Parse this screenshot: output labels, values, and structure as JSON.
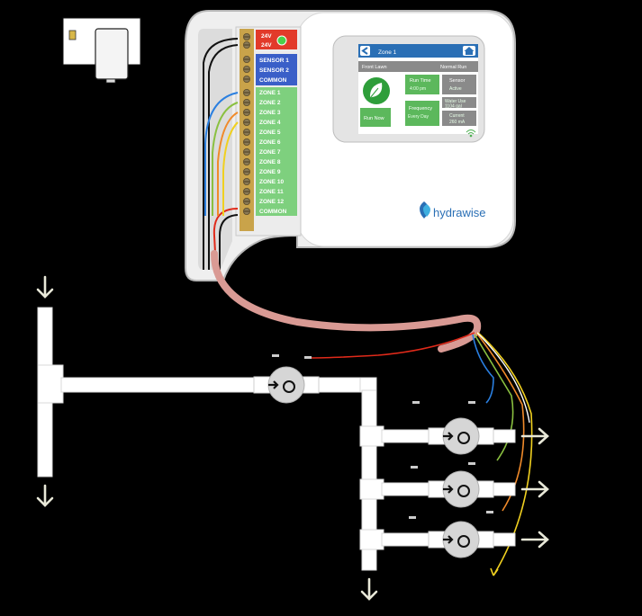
{
  "terminal_block": {
    "power_labels": [
      "24V",
      "24V"
    ],
    "sensor_labels": [
      "SENSOR 1",
      "SENSOR 2",
      "COMMON"
    ],
    "zone_labels": [
      "ZONE 1",
      "ZONE 2",
      "ZONE 3",
      "ZONE 4",
      "ZONE 5",
      "ZONE 6",
      "ZONE 7",
      "ZONE 8",
      "ZONE 9",
      "ZONE 10",
      "ZONE 11",
      "ZONE 12",
      "COMMON"
    ]
  },
  "screen": {
    "header_title": "Zone 1",
    "zone_name": "Front Lawn",
    "zone_status": "Normal Run",
    "run_time_label": "Run Time",
    "run_time_value": "4:00 pm",
    "sensor_label": "Sensor",
    "sensor_value": "Active",
    "run_now_label": "Run Now",
    "frequency_label": "Frequency",
    "frequency_value": "Every Day",
    "water_use_label": "Water Use",
    "water_use_value": "1104 gal",
    "current_label": "Current",
    "current_value": "260 mA"
  },
  "brand": {
    "name": "hydrawise"
  },
  "colors": {
    "background": "#000000",
    "housing": "#f2f2f2",
    "screen_header": "#2a6fb5",
    "screen_green": "#4caf50",
    "screen_gray": "#8a8a8a",
    "zone_green": "#7ed07e",
    "sensor_blue": "#4a6fd0",
    "power_red": "#e03a2a",
    "conduit_pink": "#d99a94",
    "pipe": "#ffffff",
    "wire_red": "#e02a1a",
    "wire_blue": "#2a7fe0",
    "wire_green": "#8ac040",
    "wire_orange": "#f08a2a",
    "wire_yellow": "#f0d020",
    "wire_white": "#ffffff"
  }
}
